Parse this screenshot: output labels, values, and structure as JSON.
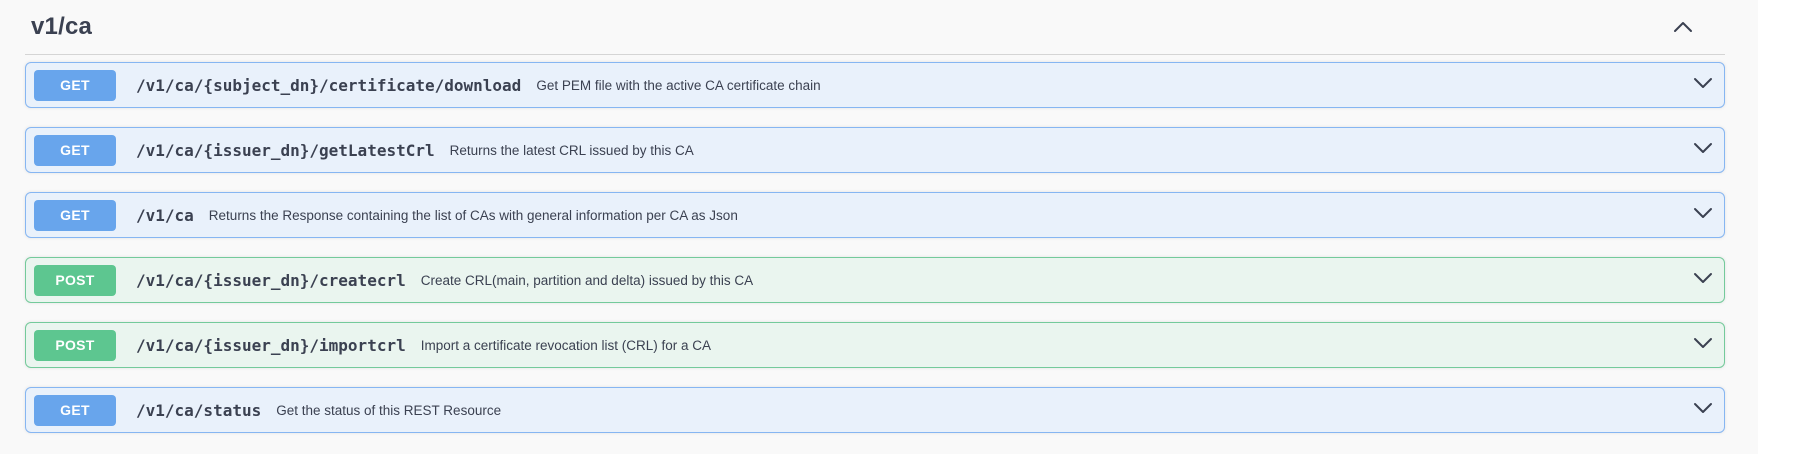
{
  "tag": {
    "title": "v1/ca",
    "collapse_icon": "chevron-up"
  },
  "endpoints": [
    {
      "method": "GET",
      "style": "get",
      "path": "/v1/ca/{subject_dn}/certificate/download",
      "description": "Get PEM file with the active CA certificate chain"
    },
    {
      "method": "GET",
      "style": "get",
      "path": "/v1/ca/{issuer_dn}/getLatestCrl",
      "description": "Returns the latest CRL issued by this CA"
    },
    {
      "method": "GET",
      "style": "get",
      "path": "/v1/ca",
      "description": "Returns the Response containing the list of CAs with general information per CA as Json"
    },
    {
      "method": "POST",
      "style": "post",
      "path": "/v1/ca/{issuer_dn}/createcrl",
      "description": "Create CRL(main, partition and delta) issued by this CA"
    },
    {
      "method": "POST",
      "style": "post",
      "path": "/v1/ca/{issuer_dn}/importcrl",
      "description": "Import a certificate revocation list (CRL) for a CA"
    },
    {
      "method": "GET",
      "style": "get",
      "path": "/v1/ca/status",
      "description": "Get the status of this REST Resource"
    }
  ],
  "colors": {
    "text": "#3b4151",
    "page_bg": "#f9f9f9",
    "divider": "#d5d5d5",
    "get_badge": "#68a5ec",
    "get_bg": "#e9f1fb",
    "get_border": "#86b6f2",
    "post_badge": "#5dc690",
    "post_bg": "#eaf5ef",
    "post_border": "#74ca9b"
  }
}
